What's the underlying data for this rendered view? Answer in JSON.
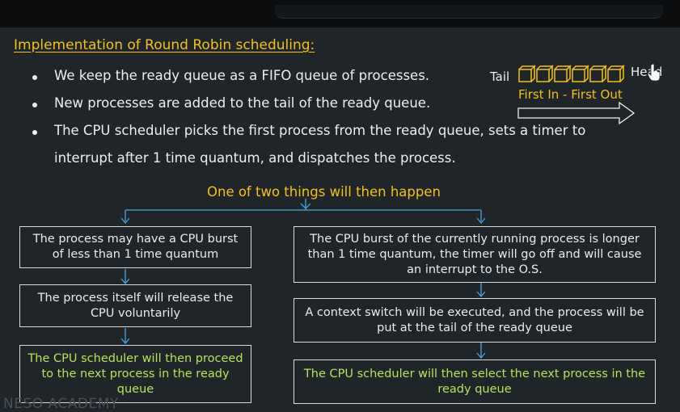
{
  "slide": {
    "title": "Implementation of Round Robin scheduling:",
    "bullets": [
      "We keep the ready queue as a FIFO queue of processes.",
      "New processes are added to the tail of the ready queue.",
      "The CPU scheduler picks the first process from the ready queue, sets a timer to",
      "interrupt after 1 time quantum, and dispatches the process."
    ],
    "fifo": {
      "tail_label": "Tail",
      "head_label": "Head",
      "caption": "First In - First Out"
    },
    "subheading": "One of two things will then happen",
    "left_boxes": [
      "The process may have a CPU burst of less than 1 time quantum",
      "The process itself will release the CPU voluntarily",
      "The CPU scheduler will then proceed to the next process in the ready queue"
    ],
    "right_boxes": [
      "The CPU burst of the currently running process is longer than 1 time quantum, the timer will go off and will cause an interrupt to the O.S.",
      "A context switch will be executed, and the process will be put at the tail of the ready queue",
      "The CPU scheduler will then select the next process in the ready queue"
    ],
    "watermark": "NESO ACADEMY"
  },
  "colors": {
    "background": "#1f2529",
    "title": "#f3c01c",
    "text": "#ecefef",
    "accent_green": "#b5e35a",
    "arrows": "#4aa3df"
  }
}
